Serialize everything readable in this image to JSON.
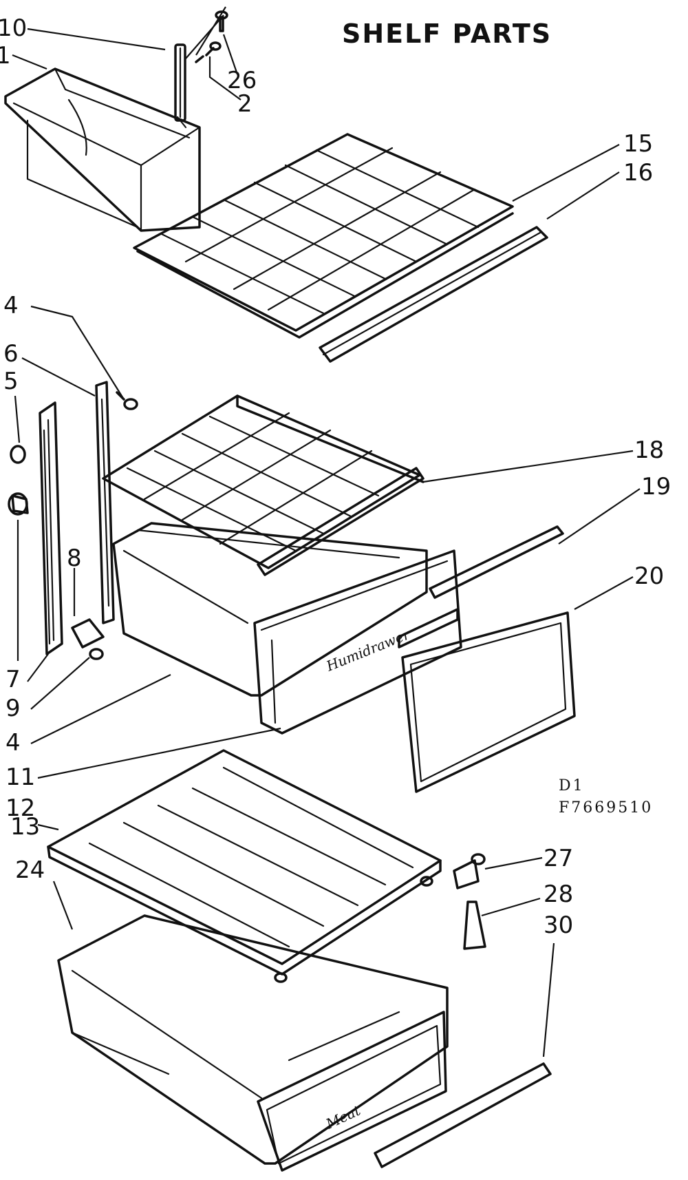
{
  "title": "SHELF PARTS",
  "doc_code": [
    "D1",
    "F7669510"
  ],
  "callouts": [
    "10",
    "1",
    "26",
    "2",
    "15",
    "16",
    "4",
    "6",
    "5",
    "18",
    "19",
    "8",
    "20",
    "7",
    "9",
    "4",
    "11",
    "12",
    "13",
    "27",
    "24",
    "28",
    "30"
  ],
  "drawer_scripts": [
    "Humidrawer",
    "Meat"
  ]
}
